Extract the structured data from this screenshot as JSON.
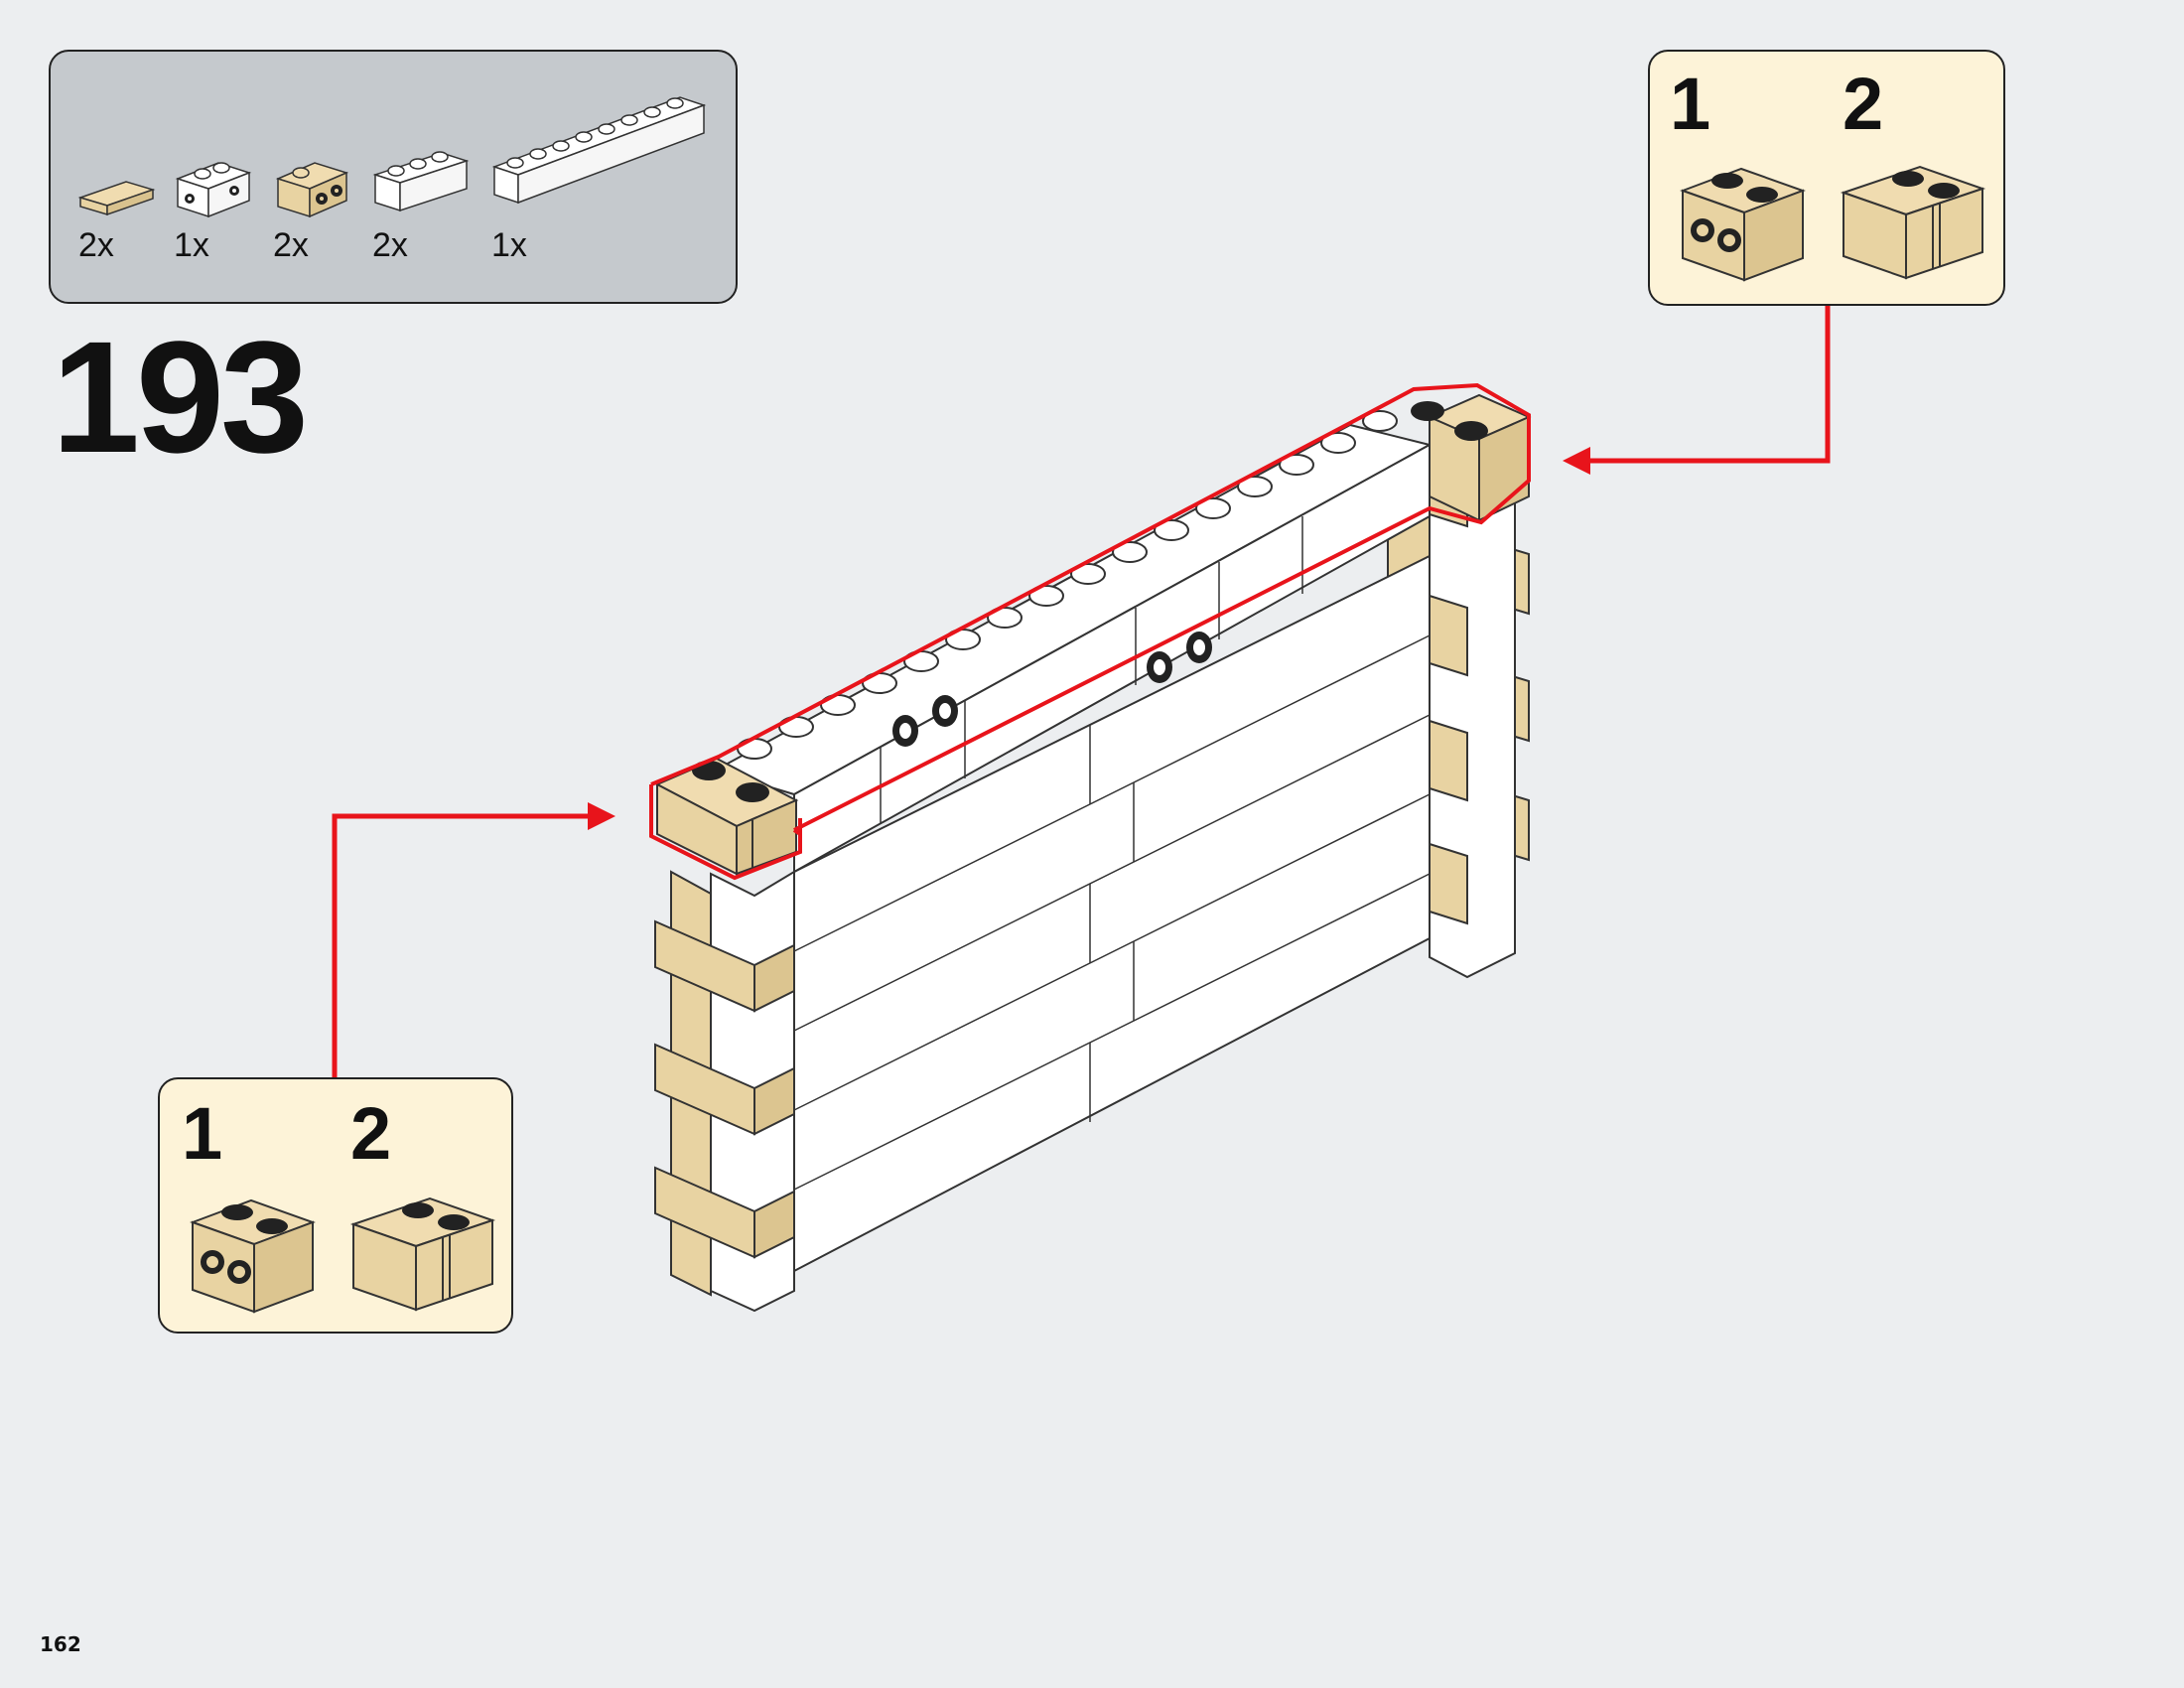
{
  "step": {
    "number": "193"
  },
  "page": {
    "number": "162"
  },
  "parts_list": {
    "items": [
      {
        "quantity": "2x",
        "part": "tan-tile-1x2",
        "color": "#e8d3a2"
      },
      {
        "quantity": "1x",
        "part": "white-brick-1x2-side-studs",
        "color": "#ffffff"
      },
      {
        "quantity": "2x",
        "part": "tan-brick-1x2-side-studs",
        "color": "#e8d3a2"
      },
      {
        "quantity": "2x",
        "part": "white-brick-1x3",
        "color": "#ffffff"
      },
      {
        "quantity": "1x",
        "part": "white-brick-1x8",
        "color": "#ffffff"
      }
    ]
  },
  "callouts": {
    "top_right": {
      "step1": "1",
      "step2": "2"
    },
    "bottom_left": {
      "step1": "1",
      "step2": "2"
    }
  },
  "colors": {
    "background": "#eceef0",
    "parts_box": "#c5c9cd",
    "callout": "#fdf3d8",
    "highlight": "#e8141b",
    "tan": "#e8d3a2",
    "tan_dark": "#c9b27e"
  }
}
